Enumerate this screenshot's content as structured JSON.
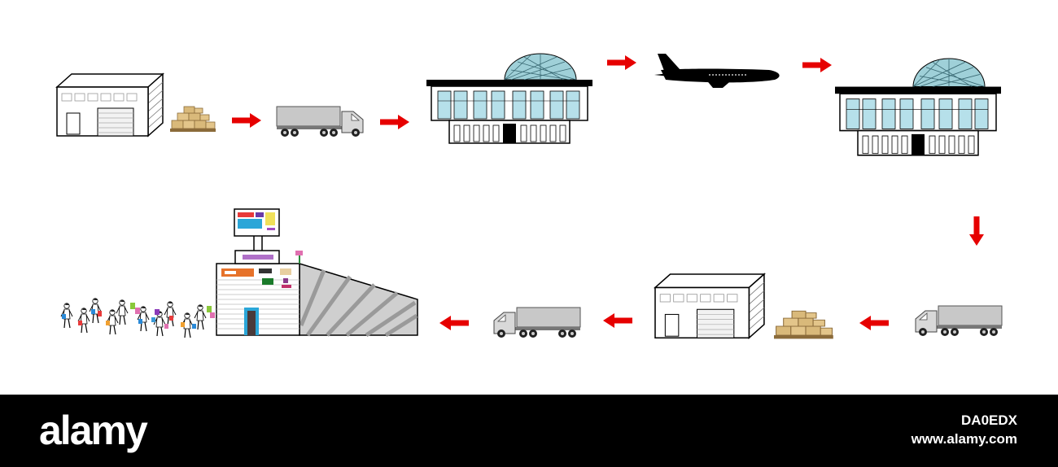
{
  "diagram": {
    "subject": "supply chain flow from factory to retail shoppers",
    "nodes": [
      {
        "id": "warehouse-1",
        "icon": "warehouse-icon"
      },
      {
        "id": "goods-1",
        "icon": "boxes-pile-icon"
      },
      {
        "id": "truck-1",
        "icon": "truck-icon"
      },
      {
        "id": "airport-1",
        "icon": "airport-terminal-icon"
      },
      {
        "id": "airplane",
        "icon": "airplane-icon"
      },
      {
        "id": "airport-2",
        "icon": "airport-terminal-icon"
      },
      {
        "id": "truck-2",
        "icon": "truck-icon"
      },
      {
        "id": "goods-2",
        "icon": "boxes-pile-icon"
      },
      {
        "id": "warehouse-2",
        "icon": "warehouse-icon"
      },
      {
        "id": "truck-3",
        "icon": "truck-icon"
      },
      {
        "id": "store",
        "icon": "retail-store-icon"
      },
      {
        "id": "shoppers",
        "icon": "shoppers-crowd-icon"
      }
    ],
    "arrow_color": "#e60000"
  },
  "watermark": {
    "brand": "alamy",
    "image_id": "DA0EDX",
    "site": "www.alamy.com"
  }
}
